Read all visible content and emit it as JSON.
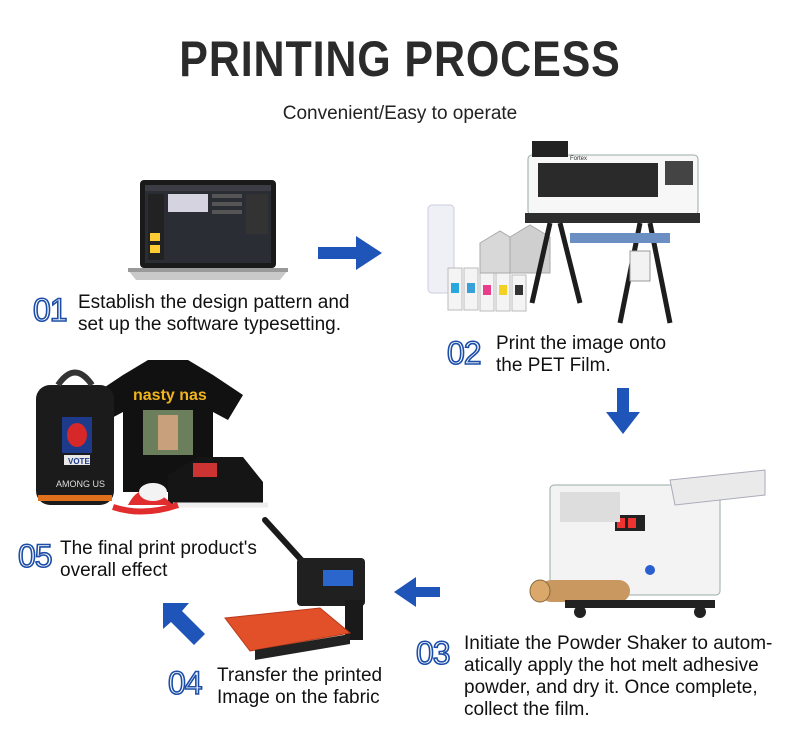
{
  "header": {
    "title": "PRINTING PROCESS",
    "subtitle": "Convenient/Easy to operate"
  },
  "steps": [
    {
      "number": "01",
      "lines": [
        "Establish the design pattern and",
        "set up the software typesetting."
      ]
    },
    {
      "number": "02",
      "lines": [
        "Print the image onto",
        "the PET Film."
      ]
    },
    {
      "number": "03",
      "lines": [
        "Initiate the Powder Shaker to autom-",
        "atically apply the hot melt adhesive",
        "powder, and dry it. Once complete,",
        "collect the film."
      ]
    },
    {
      "number": "04",
      "lines": [
        "Transfer the printed",
        "Image on the fabric"
      ]
    },
    {
      "number": "05",
      "lines": [
        "The final print product's",
        "overall effect"
      ]
    }
  ],
  "images": {
    "printer_brand": "Fortex",
    "backpack_badge": "VOTE",
    "backpack_text": "AMONG US",
    "tshirt_text": "nasty nas"
  },
  "colors": {
    "accent_blue": "#1c4ea8",
    "arrow_blue": "#1f54b8",
    "press_plate": "#e2502a"
  }
}
